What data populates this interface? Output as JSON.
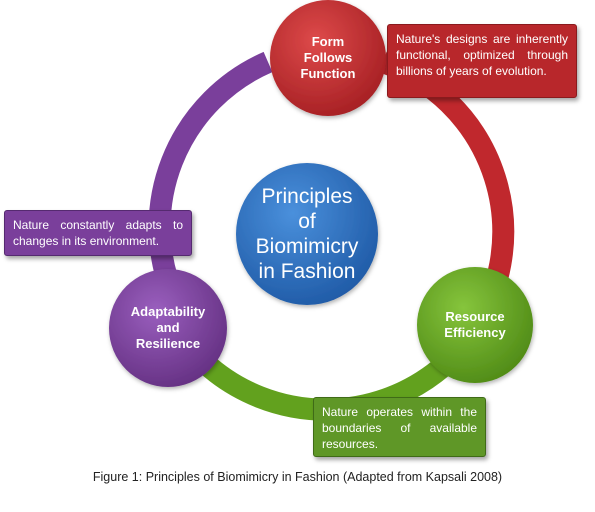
{
  "center": {
    "label": "Principles\nof\nBiomimicry\nin Fashion",
    "color": "#2a6fc0"
  },
  "nodes": [
    {
      "key": "form",
      "label": "Form\nFollows\nFunction",
      "color": "#c0282d"
    },
    {
      "key": "resource",
      "label": "Resource\nEfficiency",
      "color": "#62a11e"
    },
    {
      "key": "adapt",
      "label": "Adaptability\nand\nResilience",
      "color": "#7a3f9b"
    }
  ],
  "callouts": [
    {
      "key": "form",
      "text": "Nature's designs are inherently functional, optimized through billions of years of evolution.",
      "color": "#b8272b",
      "border": "#8a1a1d"
    },
    {
      "key": "resource",
      "text": "Nature operates within the boundaries of available resources.",
      "color": "#5f9727",
      "border": "#3f6b17"
    },
    {
      "key": "adapt",
      "text": "Nature constantly adapts to changes in its environment.",
      "color": "#7a3f9b",
      "border": "#552a70"
    }
  ],
  "ring_colors": {
    "right": "#c0282d",
    "bottom": "#62a11e",
    "left": "#7a3f9b"
  },
  "caption": "Figure 1: Principles of Biomimicry in Fashion (Adapted from Kapsali 2008)"
}
